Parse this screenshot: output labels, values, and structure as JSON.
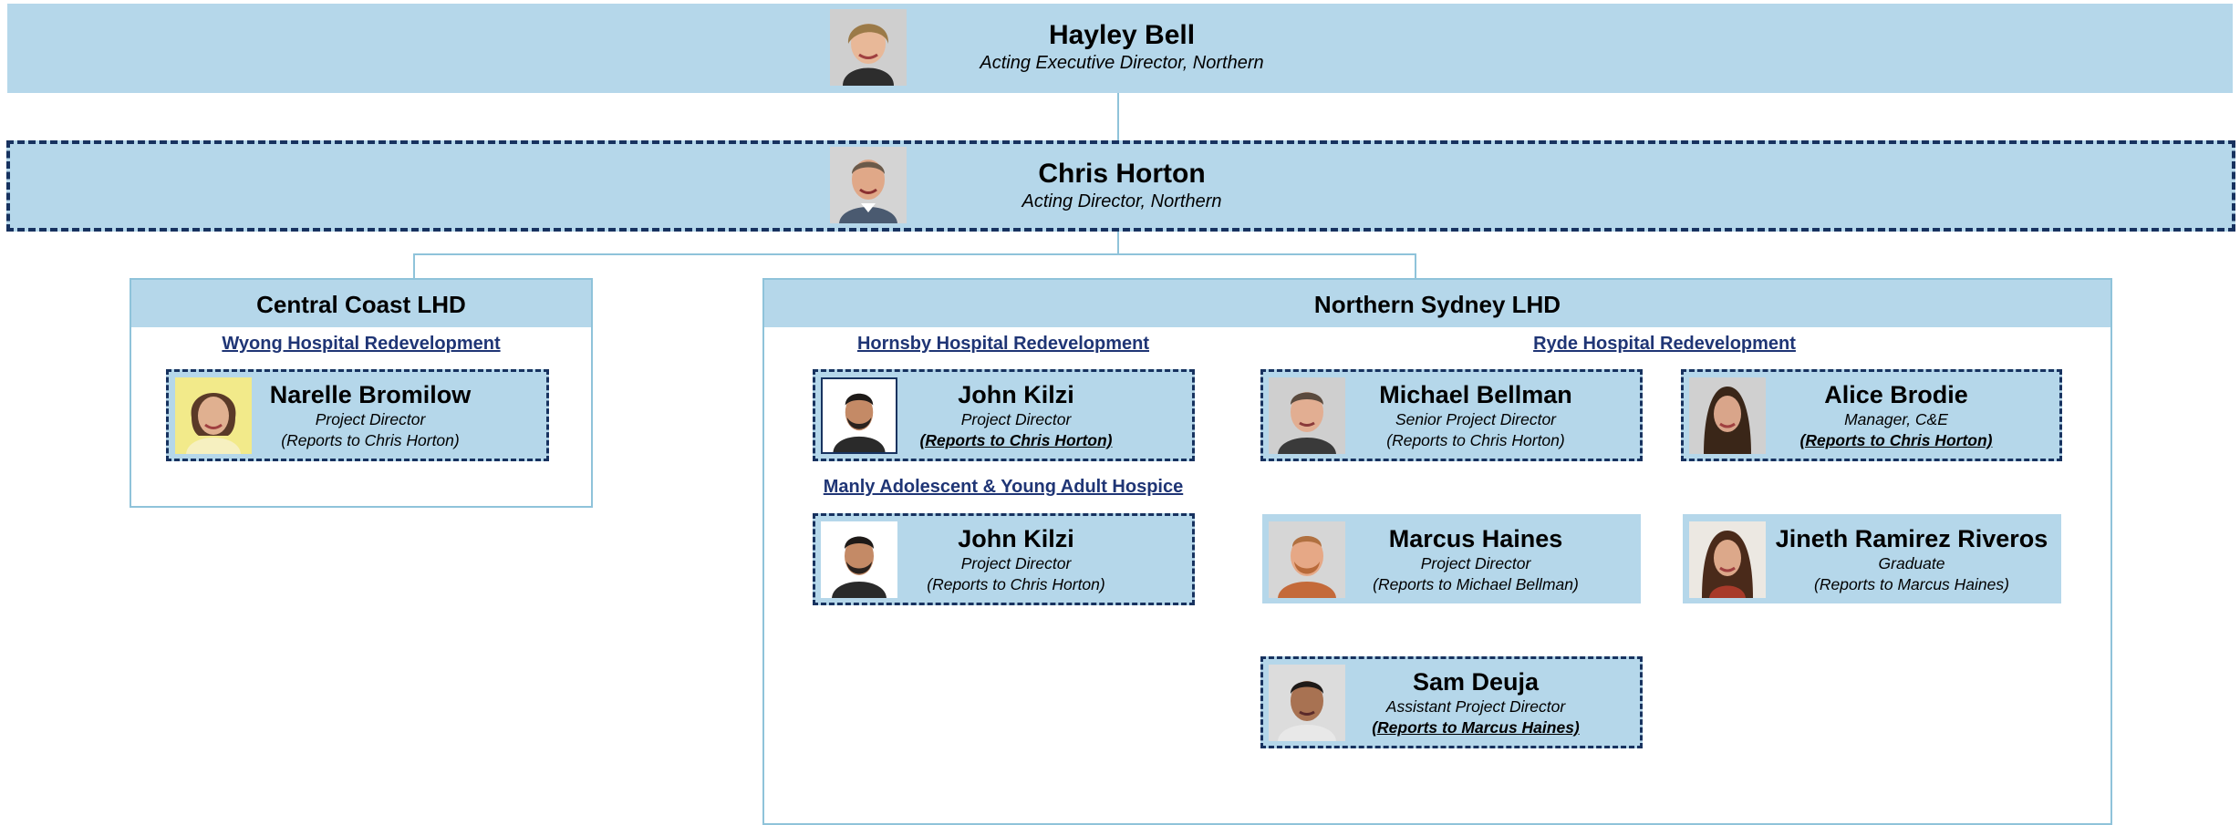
{
  "top": {
    "name": "Hayley Bell",
    "title": "Acting Executive Director, Northern"
  },
  "second": {
    "name": "Chris Horton",
    "title": "Acting Director, Northern"
  },
  "central_coast": {
    "heading": "Central Coast LHD",
    "project": "Wyong Hospital Redevelopment",
    "person": {
      "name": "Narelle Bromilow",
      "role": "Project Director",
      "note": "(Reports to Chris Horton)"
    }
  },
  "northern_sydney": {
    "heading": "Northern Sydney LHD",
    "hornsby": {
      "project": "Hornsby Hospital Redevelopment",
      "person": {
        "name": "John Kilzi",
        "role": "Project Director",
        "note": "(Reports to Chris Horton)"
      }
    },
    "manly": {
      "project": "Manly Adolescent & Young Adult Hospice",
      "person": {
        "name": "John Kilzi",
        "role": "Project Director",
        "note": "(Reports to Chris Horton)"
      }
    },
    "ryde": {
      "project": "Ryde Hospital Redevelopment",
      "people": [
        {
          "name": "Michael Bellman",
          "role": "Senior Project Director",
          "note": "(Reports to Chris Horton)"
        },
        {
          "name": "Alice Brodie",
          "role": "Manager, C&E",
          "note": "(Reports to Chris Horton)"
        },
        {
          "name": "Marcus Haines",
          "role": "Project Director",
          "note": "(Reports to Michael Bellman)"
        },
        {
          "name": "Jineth Ramirez Riveros",
          "role": "Graduate",
          "note": "(Reports to Marcus Haines)"
        },
        {
          "name": "Sam Deuja",
          "role": "Assistant Project Director",
          "note": "(Reports to Marcus Haines)"
        }
      ]
    }
  },
  "colors": {
    "band": "#b5d7ea",
    "dashed_border": "#17325f",
    "connector": "#8fc3da",
    "link_text": "#1f3575"
  }
}
